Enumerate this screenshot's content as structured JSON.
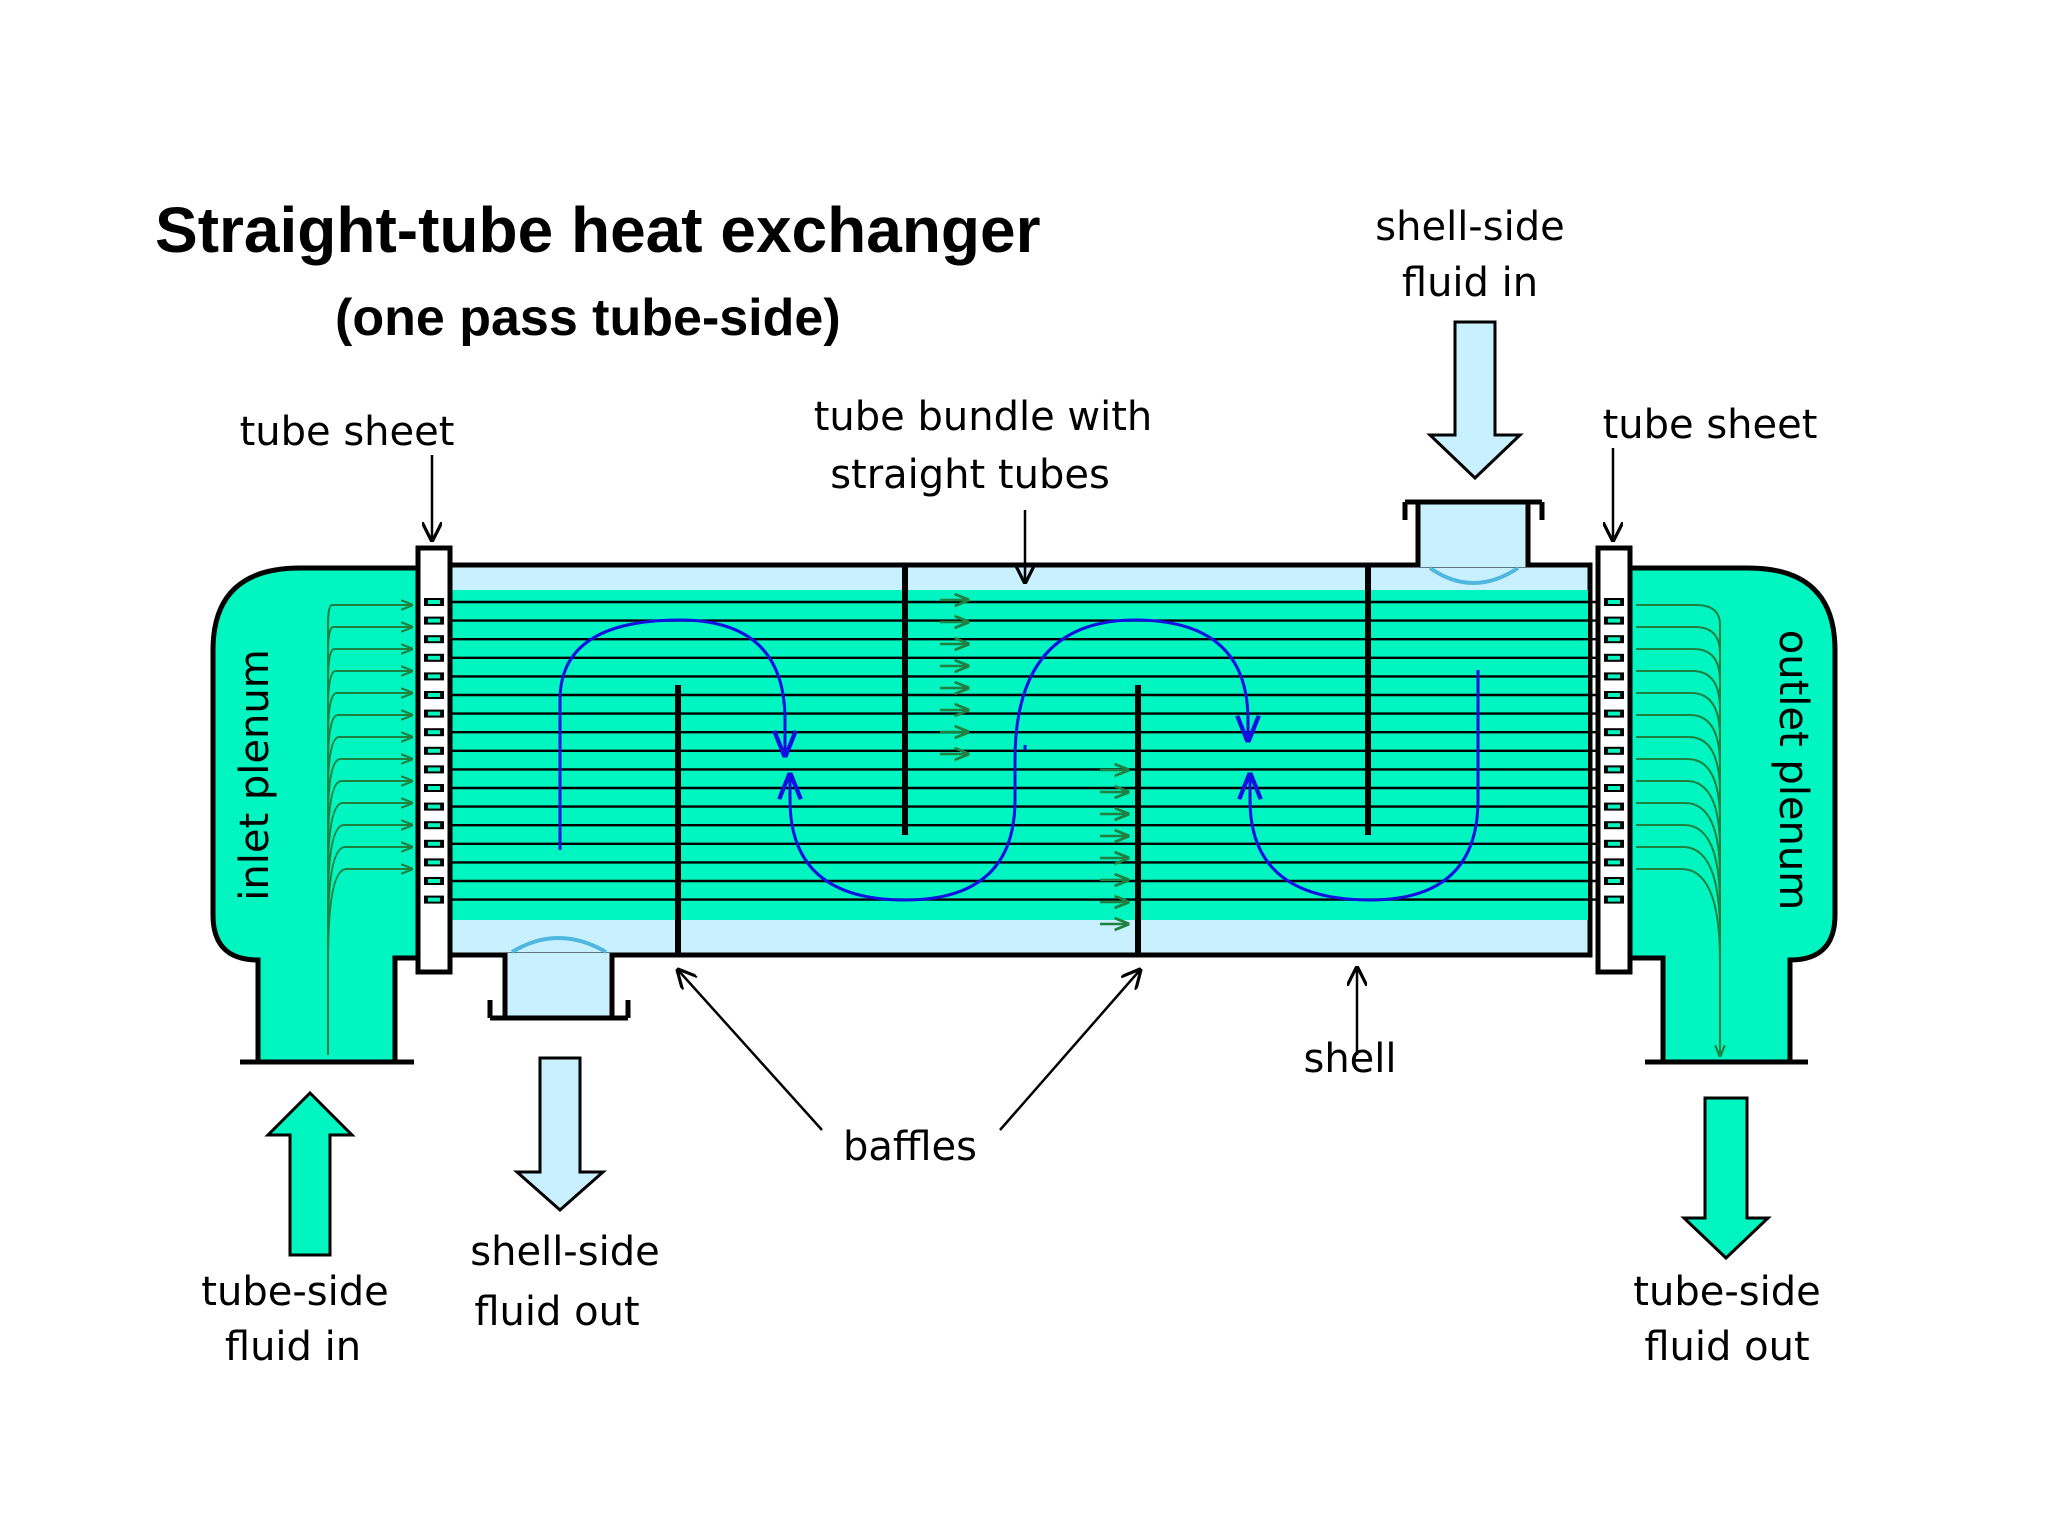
{
  "title": "Straight-tube heat exchanger",
  "subtitle": "(one pass tube-side)",
  "labels": {
    "tube_sheet_left": "tube sheet",
    "tube_sheet_right": "tube sheet",
    "tube_bundle_line1": "tube bundle with",
    "tube_bundle_line2": "straight tubes",
    "shell_in_line1": "shell-side",
    "shell_in_line2": "fluid in",
    "shell_out_line1": "shell-side",
    "shell_out_line2": "fluid out",
    "tube_in_line1": "tube-side",
    "tube_in_line2": "fluid in",
    "tube_out_line1": "tube-side",
    "tube_out_line2": "fluid out",
    "inlet_plenum": "inlet plenum",
    "outlet_plenum": "outlet plenum",
    "baffles": "baffles",
    "shell": "shell"
  },
  "colors": {
    "tube_fluid": "#00f5c0",
    "shell_fluid": "#c8f0ff",
    "tube_line": "#000000",
    "flow_path": "#1010e0",
    "tube_arrow": "#208040",
    "outline": "#000000"
  }
}
